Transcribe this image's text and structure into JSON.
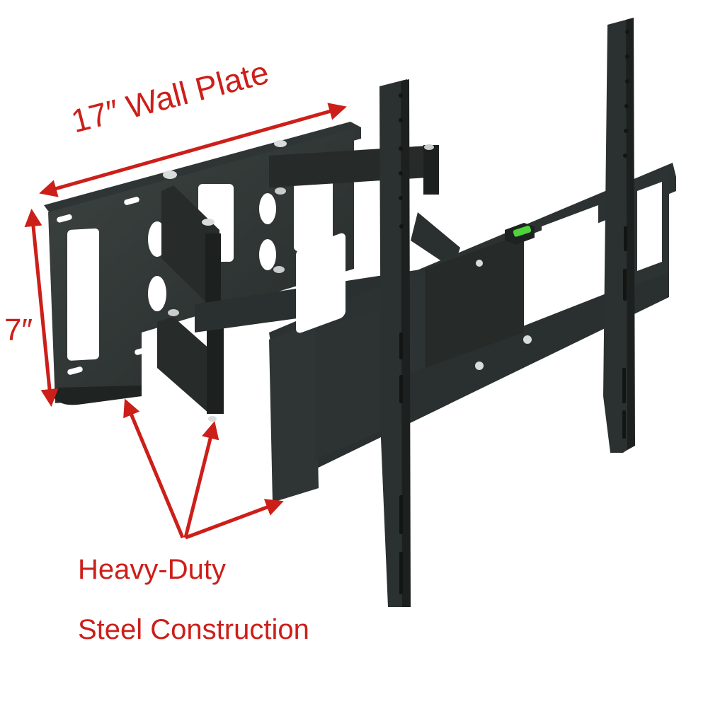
{
  "product": {
    "name": "Full-motion articulating TV wall mount",
    "metal_color": "#2e3432",
    "metal_highlight": "#4a524f",
    "hardware_color": "#d9dcdc",
    "level_bubble_color": "#4fd33a"
  },
  "annotations": {
    "color": "#cc1f1a",
    "width_label": "17″ Wall Plate",
    "height_label": "7″",
    "feature_line1": "Heavy-Duty",
    "feature_line2": "Steel Construction"
  },
  "callout_arrows": [
    {
      "target": "wall-plate-bottom-edge"
    },
    {
      "target": "arm-pivot-bolt"
    },
    {
      "target": "tv-bracket-lower-corner"
    }
  ]
}
